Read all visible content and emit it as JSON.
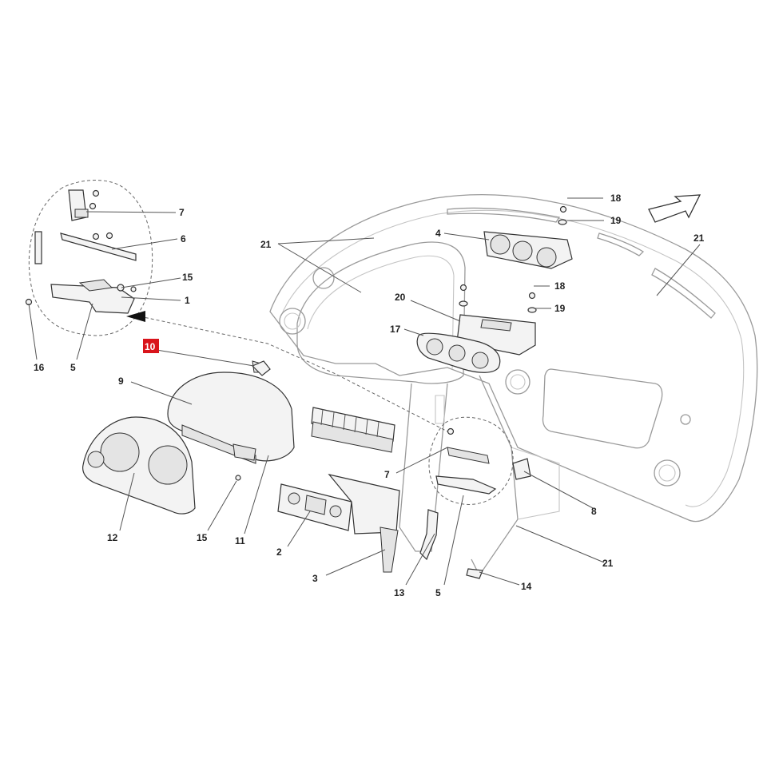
{
  "diagram": {
    "highlight_label": "10",
    "labels": [
      "7",
      "6",
      "15",
      "1",
      "16",
      "5",
      "10",
      "9",
      "12",
      "15",
      "11",
      "2",
      "3",
      "13",
      "5",
      "14",
      "21",
      "8",
      "7",
      "21",
      "4",
      "18",
      "19",
      "20",
      "18",
      "19",
      "17",
      "21"
    ],
    "colors": {
      "highlight": "#d9141b",
      "line": "#555555",
      "outline": "#9a9a9a"
    }
  }
}
